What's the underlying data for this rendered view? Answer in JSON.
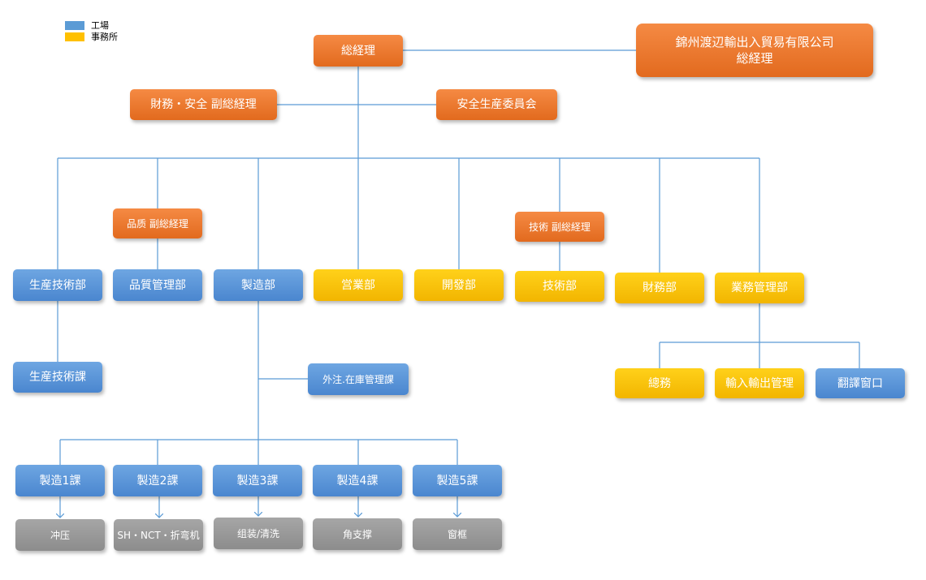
{
  "legend": {
    "factory": {
      "label": "工場",
      "color": "#5b9bd5"
    },
    "office": {
      "label": "事務所",
      "color": "#ffc000"
    }
  },
  "nodes": {
    "general_manager": "総経理",
    "trading_company_gm_line1": "錦州渡辺輸出入貿易有限公司",
    "trading_company_gm_line2": "総経理",
    "finance_safety_vp": "財務・安全 副総経理",
    "safety_committee": "安全生産委員会",
    "quality_vp": "品质 副総経理",
    "tech_vp": "技術 副総経理",
    "production_tech_dept": "生産技術部",
    "quality_mgmt_dept": "品質管理部",
    "manufacturing_dept": "製造部",
    "sales_dept": "営業部",
    "development_dept": "開發部",
    "tech_dept": "技術部",
    "finance_dept": "財務部",
    "business_mgmt_dept": "業務管理部",
    "production_tech_section": "生産技術課",
    "outsourcing_section": "外注.在庫管理課",
    "general_affairs": "總務",
    "import_export_mgmt": "輸入輸出管理",
    "translation_desk": "翻譯窗口",
    "mfg_section_1": "製造1課",
    "mfg_section_2": "製造2課",
    "mfg_section_3": "製造3課",
    "mfg_section_4": "製造4課",
    "mfg_section_5": "製造5課",
    "process_1": "冲压",
    "process_2": "SH・NCT・折弯机",
    "process_3": "组装/清洗",
    "process_4": "角支撑",
    "process_5": "窗框"
  }
}
